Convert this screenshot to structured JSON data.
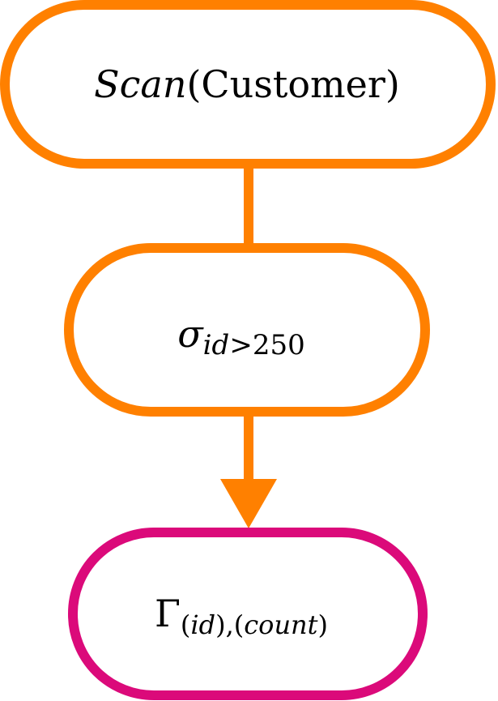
{
  "colors": {
    "scan_stroke": "#FF8000",
    "filter_stroke": "#FF8000",
    "aggregate_stroke": "#DB0A7A",
    "edge": "#FF8000",
    "text": "#000000",
    "background": "#FFFFFF"
  },
  "nodes": {
    "scan": {
      "operator": "Scan",
      "relation": "(Customer)"
    },
    "filter": {
      "symbol": "σ",
      "subscript_attr": "id",
      "subscript_op": ">",
      "subscript_value": "250"
    },
    "aggregate": {
      "symbol": "Γ",
      "subscript_open1": "(",
      "subscript_group": "id",
      "subscript_mid": "),(",
      "subscript_agg": "count",
      "subscript_close": ")"
    }
  }
}
